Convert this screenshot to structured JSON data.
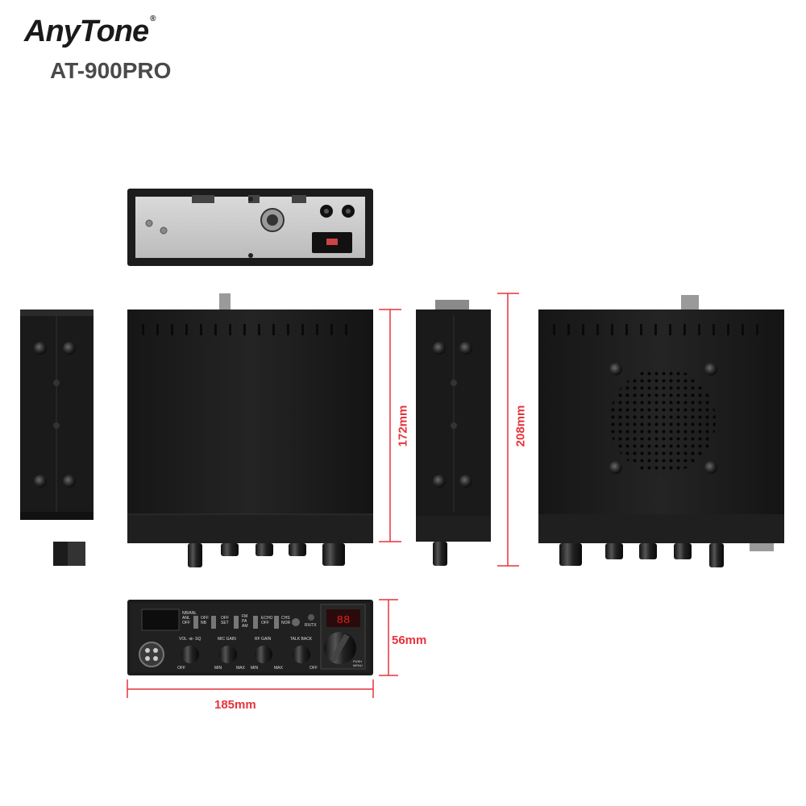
{
  "brand": {
    "logo_text": "AnyTone",
    "registered_mark": "®",
    "model": "AT-900PRO"
  },
  "dimensions": {
    "height_body": "172mm",
    "depth": "208mm",
    "front_height": "56mm",
    "width": "185mm"
  },
  "front_panel": {
    "switch_labels": [
      "NB/ANL",
      "ANL",
      "OFF",
      "OFF",
      "NB",
      "OFF",
      "SET",
      "FM",
      "PA",
      "AM",
      "ECHO",
      "OFF",
      "CHS",
      "NOR",
      "RX/TX"
    ],
    "knob_labels": [
      "VOL -⊕- SQ",
      "MIC GAIN",
      "RF GAIN",
      "TALK BACK"
    ],
    "scale_labels": [
      "OFF",
      "MIN",
      "MAX",
      "MIN",
      "MAX",
      "OFF"
    ],
    "channel_knob_label": "PUSH MENU"
  },
  "colors": {
    "dimension_red": "#e8323c",
    "device_black": "#1b1b1b",
    "brand_black": "#1a1a1a",
    "model_gray": "#4a4a4a"
  }
}
